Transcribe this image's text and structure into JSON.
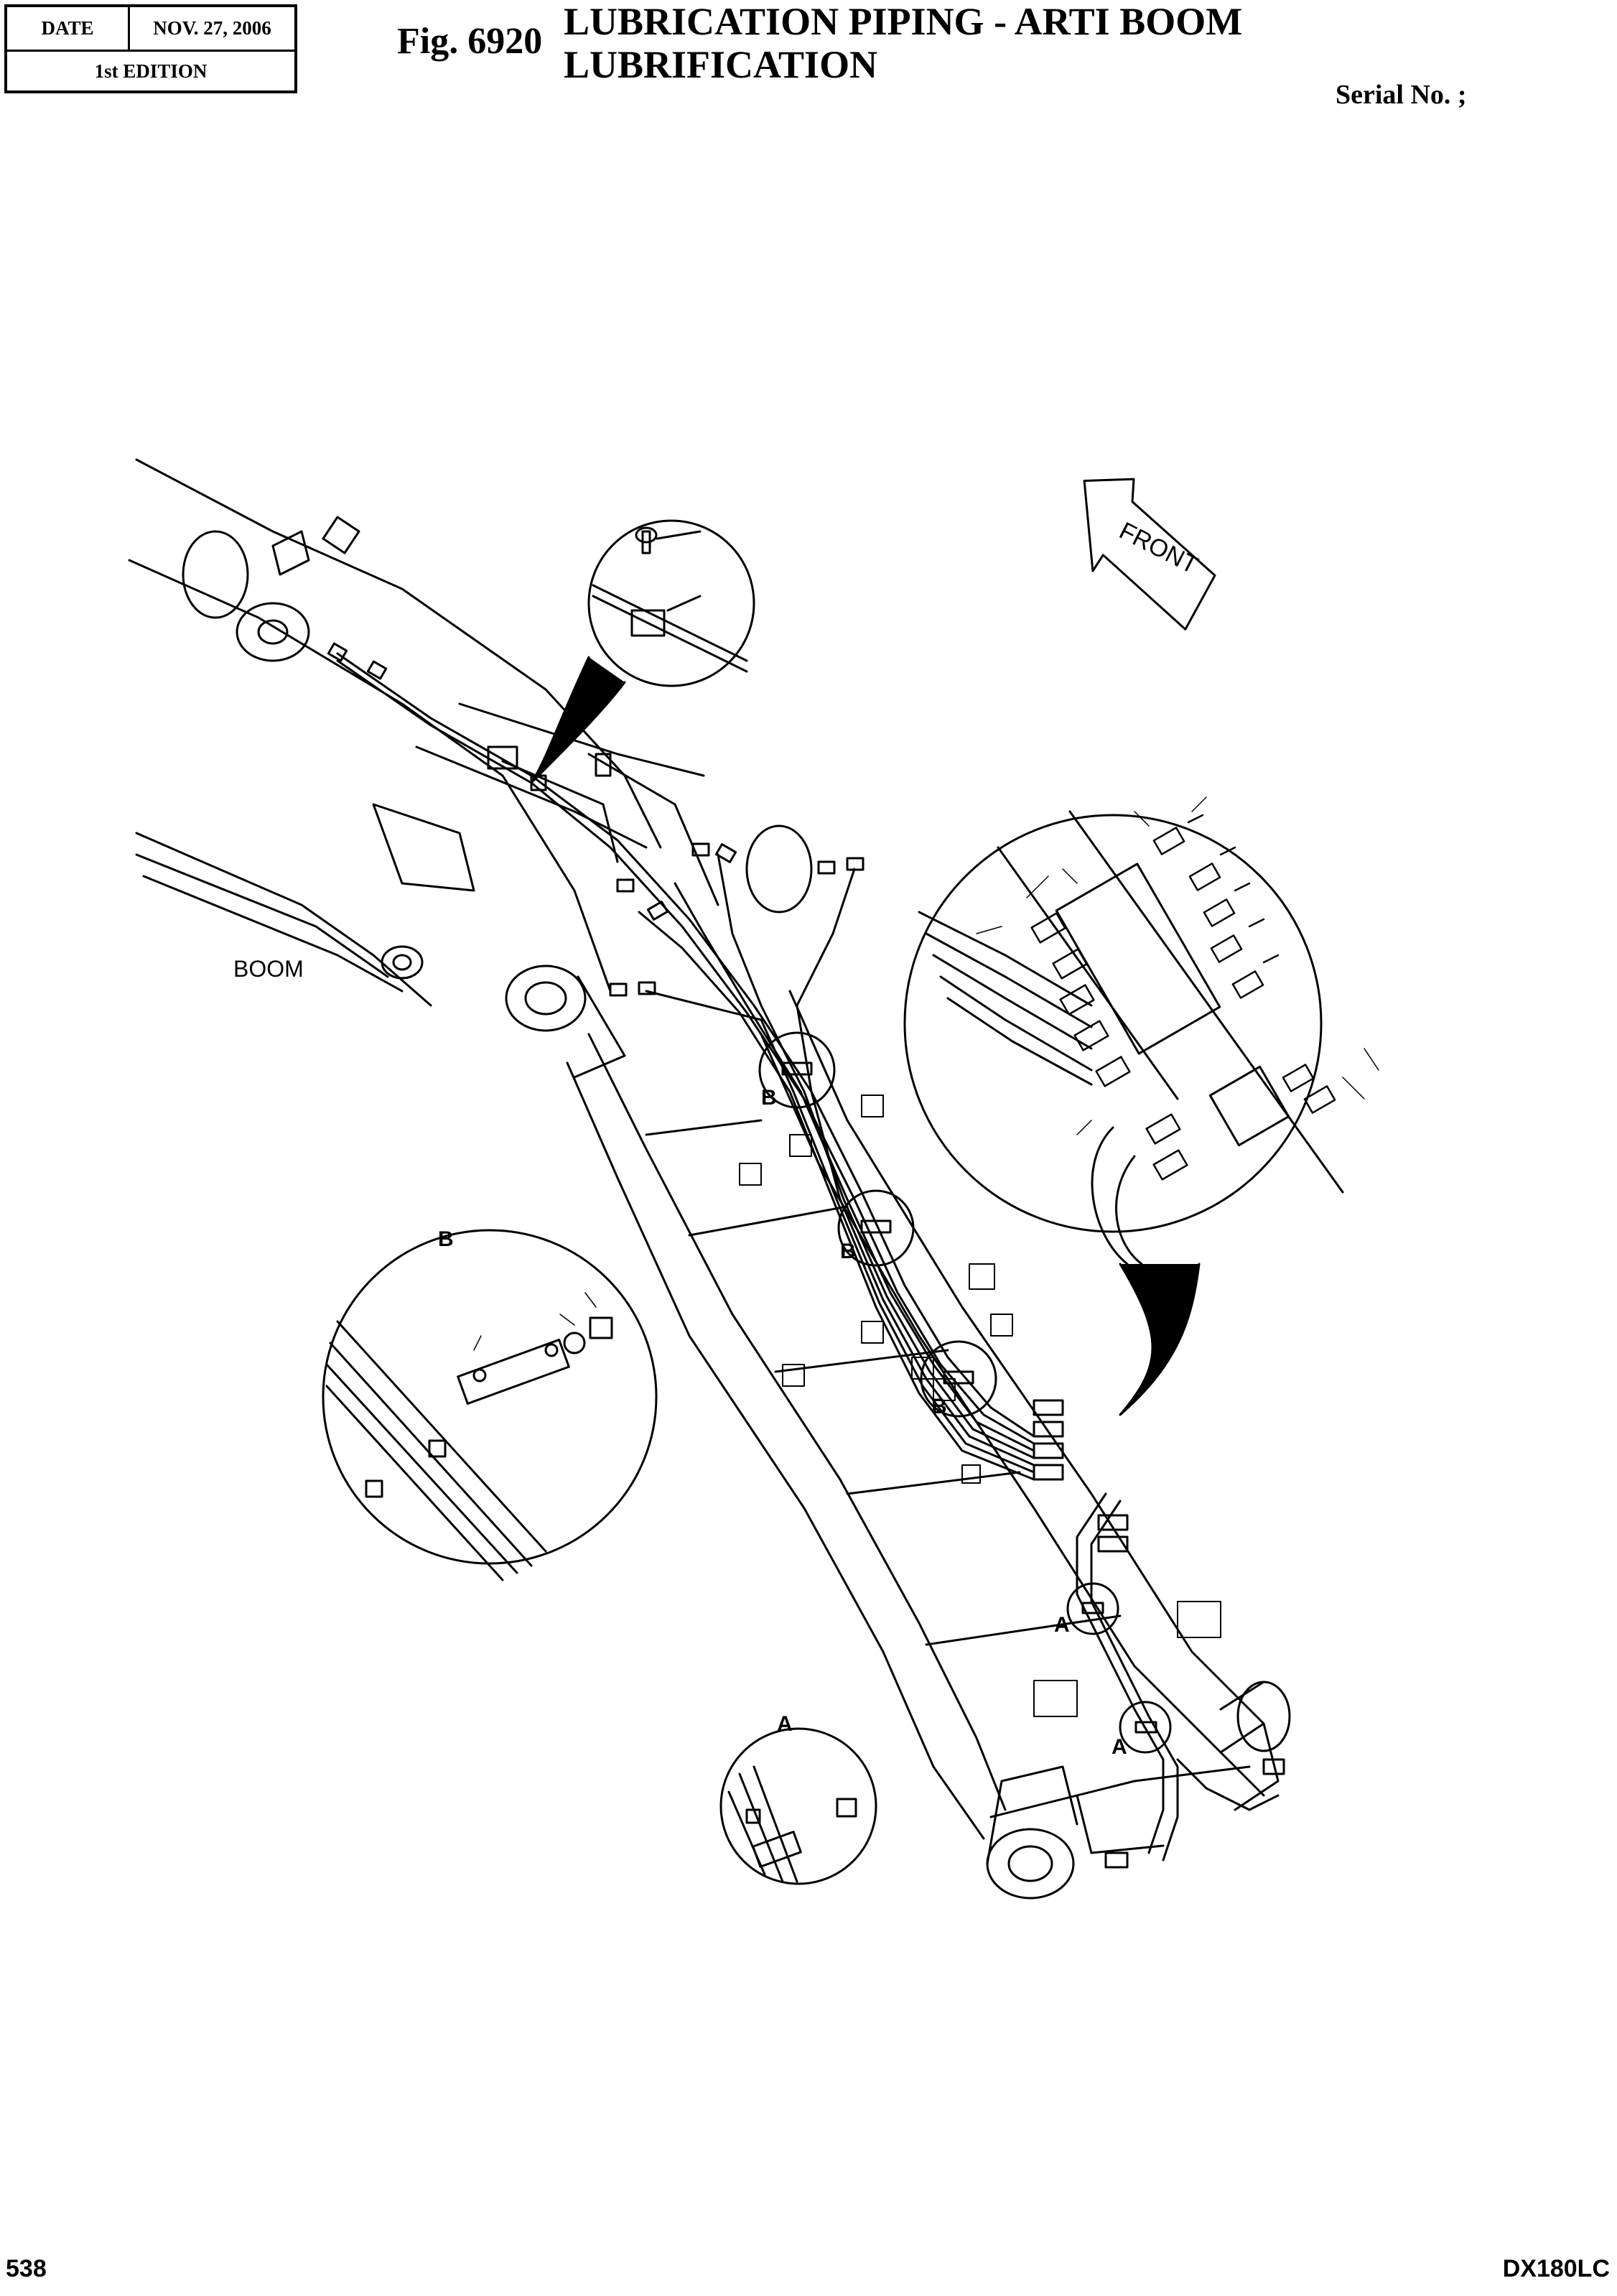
{
  "header": {
    "date_label": "DATE",
    "date_value": "NOV. 27, 2006",
    "edition": "1st EDITION"
  },
  "figure": {
    "number": "Fig. 6920",
    "title_line1": "LUBRICATION PIPING - ARTI BOOM",
    "title_line2": "LUBRIFICATION",
    "serial": "Serial No. ;"
  },
  "labels": {
    "front": "FRONT",
    "boom": "BOOM",
    "detail_a": "A",
    "detail_b": "B"
  },
  "footer": {
    "page_number": "538",
    "model": "DX180LC"
  }
}
